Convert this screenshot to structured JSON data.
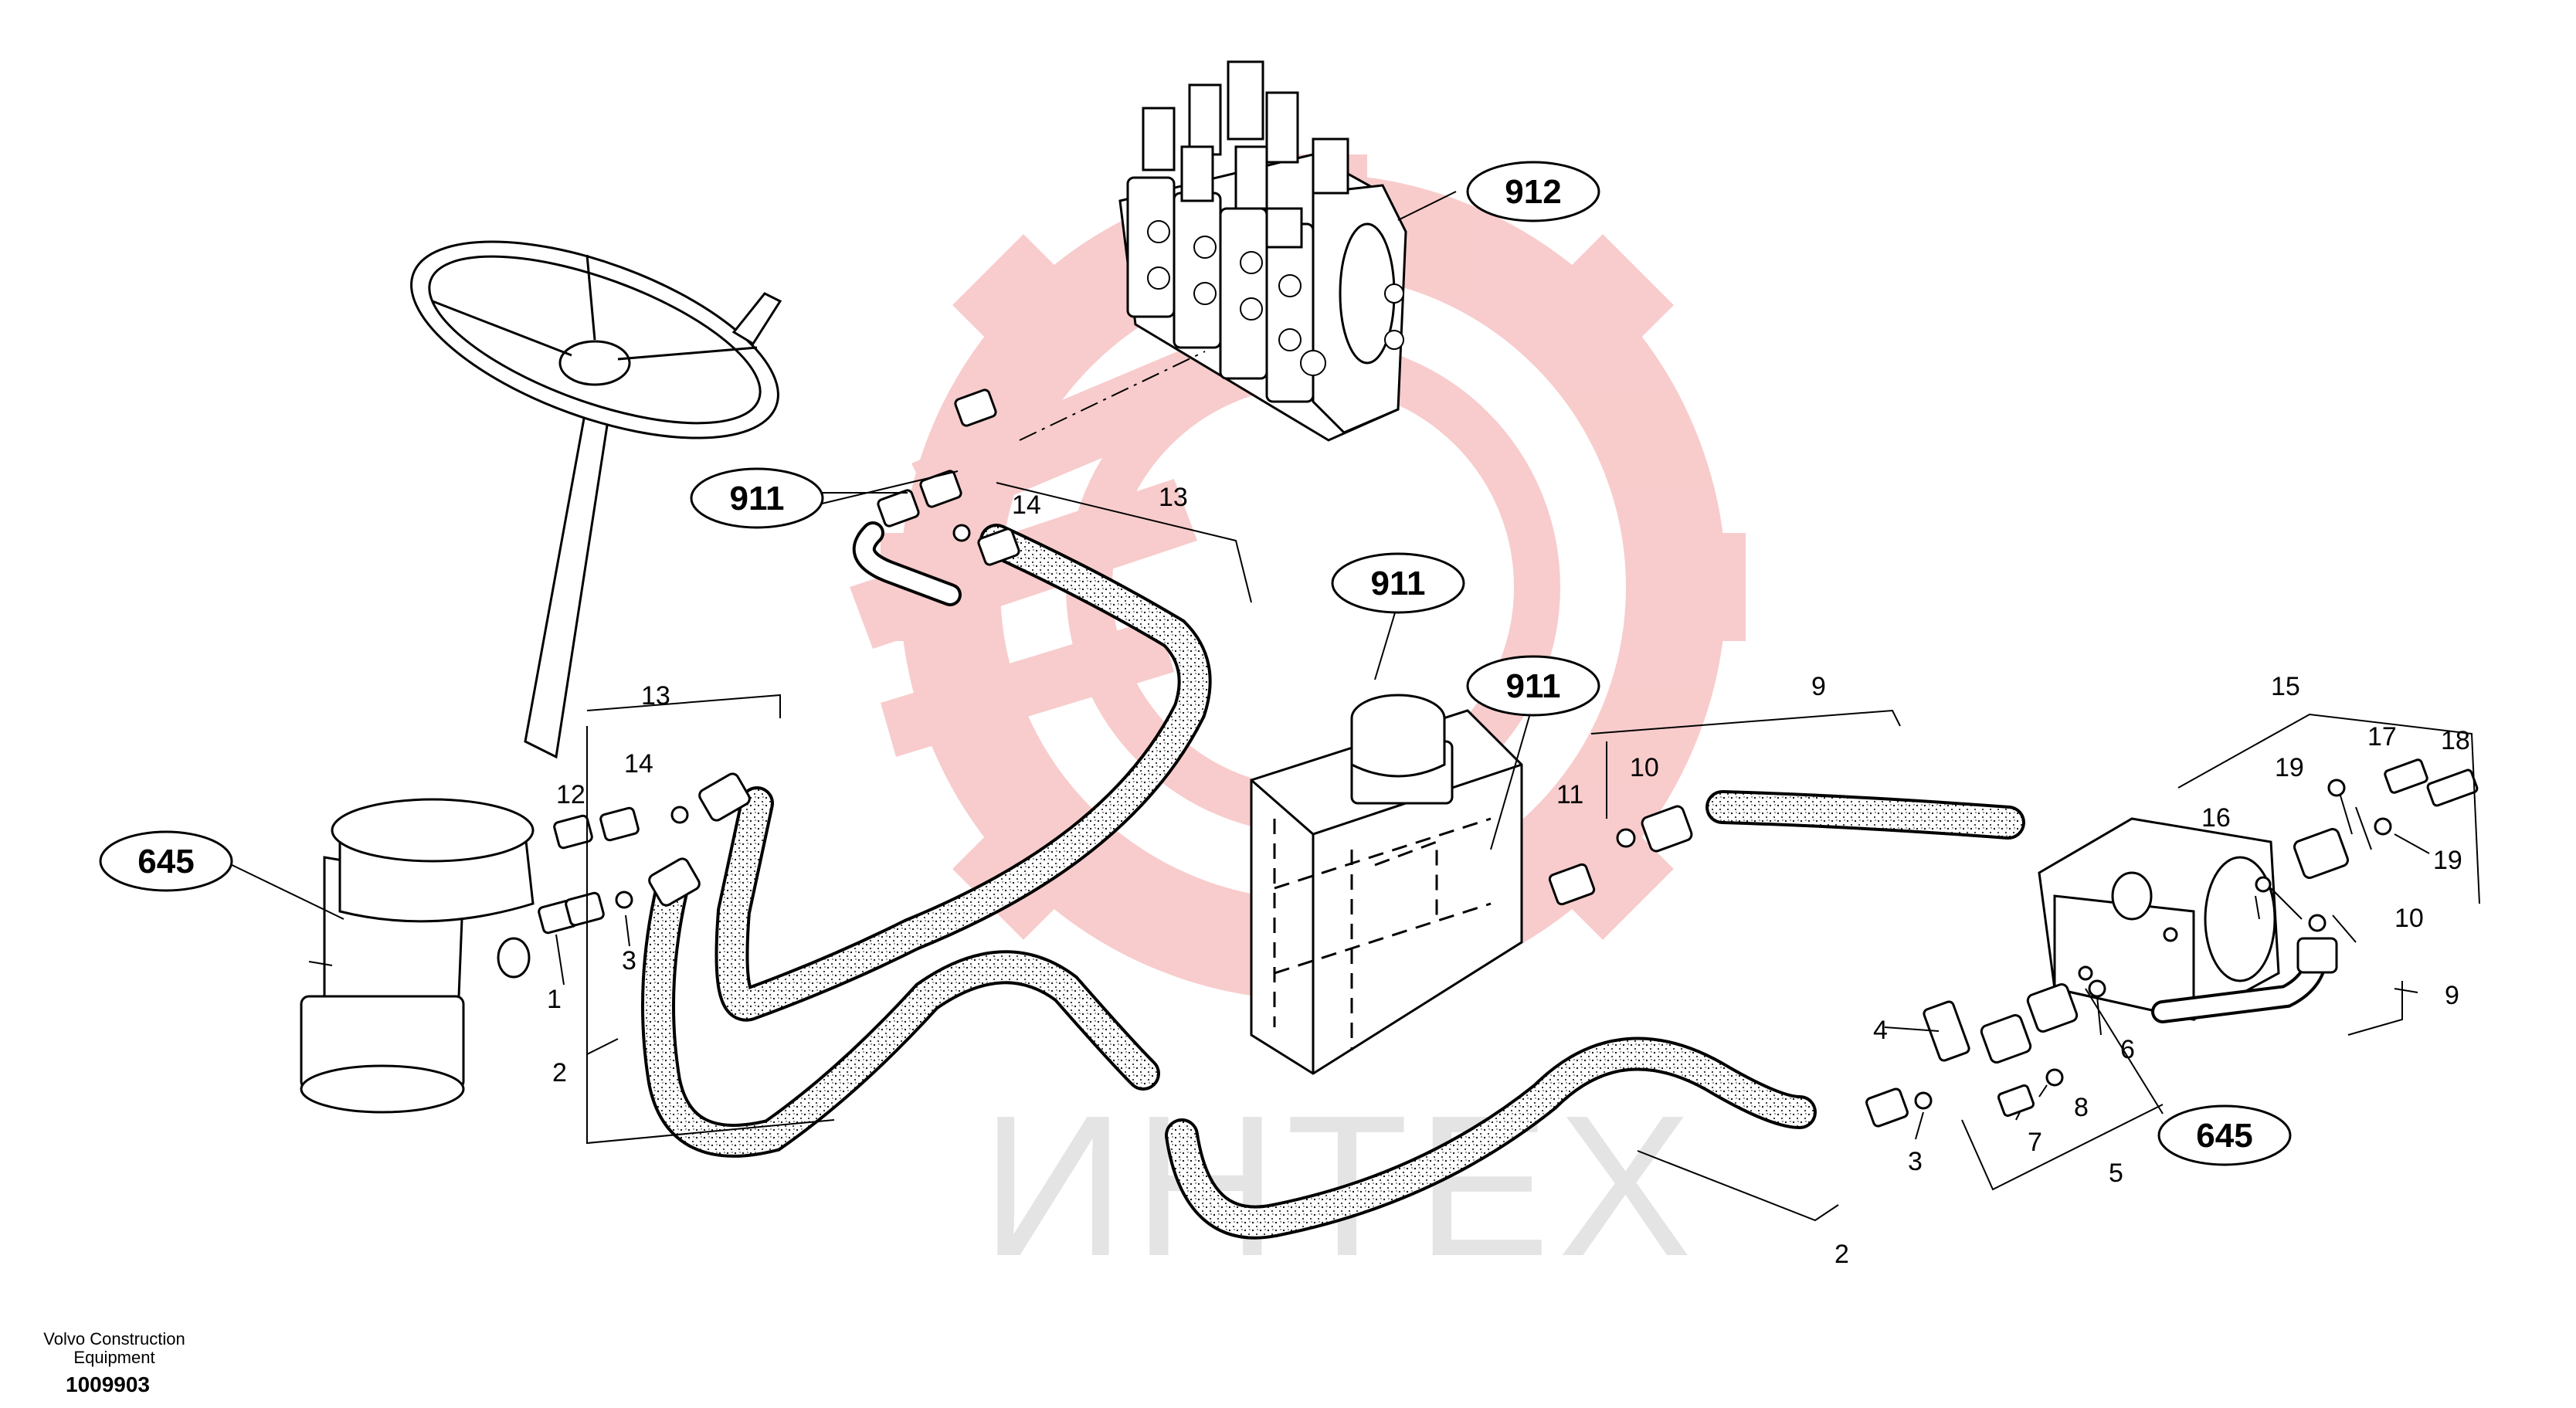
{
  "footer": {
    "company": "Volvo Construction Equipment",
    "doc_number": "1009903"
  },
  "watermark": {
    "text": "ИНТЕХ",
    "color": "#f2a6a6"
  },
  "callouts": {
    "c645_left": "645",
    "c645_right": "645",
    "c912": "912",
    "c911_top": "911",
    "c911_tank": "911",
    "c911_right": "911"
  },
  "part_numbers": {
    "n1": "1",
    "n2_left": "2",
    "n3_left": "3",
    "n12": "12",
    "n13_left": "13",
    "n14_left": "14",
    "n13_top": "13",
    "n14_top": "14",
    "n9_top": "9",
    "n10_top": "10",
    "n11": "11",
    "n4": "4",
    "n3_right": "3",
    "n2_right": "2",
    "n5": "5",
    "n6": "6",
    "n7": "7",
    "n8": "8",
    "n15": "15",
    "n16": "16",
    "n17": "17",
    "n18": "18",
    "n19_a": "19",
    "n19_b": "19",
    "n10_right": "10",
    "n9_right": "9"
  },
  "colors": {
    "line": "#000000",
    "hose_fill": "#ffffff",
    "watermark": "#f2a6a6",
    "watermark_text": "#e6e6e6"
  }
}
